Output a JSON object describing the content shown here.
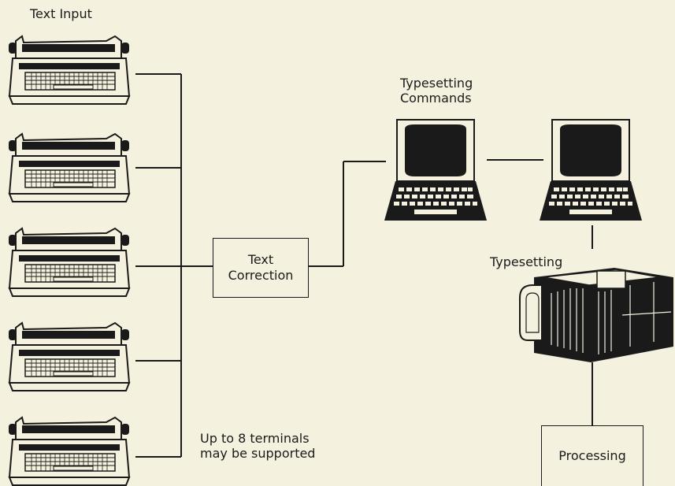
{
  "labels": {
    "text_input": "Text Input",
    "typesetting_commands_line1": "Typesetting",
    "typesetting_commands_line2": "Commands",
    "typesetting": "Typesetting",
    "up_to_line1": "Up to 8 terminals",
    "up_to_line2": "may be supported"
  },
  "boxes": {
    "text_correction_line1": "Text",
    "text_correction_line2": "Correction",
    "processing": "Processing"
  },
  "colors": {
    "background": "#f5f1df",
    "ink": "#1a1a1a"
  }
}
